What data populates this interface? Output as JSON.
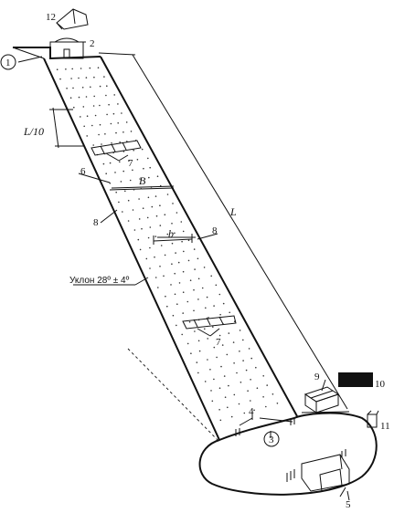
{
  "labels": {
    "n1": "1",
    "n2": "2",
    "n3": "3",
    "n4": "4",
    "n5": "5",
    "n6": "6",
    "n7a": "7",
    "n7b": "7",
    "n8a": "8",
    "n8b": "8",
    "n9": "9",
    "n10": "10",
    "n11": "11",
    "n12": "12"
  },
  "dimensions": {
    "length": "L",
    "length_tenth": "L/10",
    "width_full": "B",
    "width_partial": "b"
  },
  "slope_text": "Уклон 28º ± 4º",
  "colors": {
    "ink": "#111111",
    "block": "#111111"
  }
}
